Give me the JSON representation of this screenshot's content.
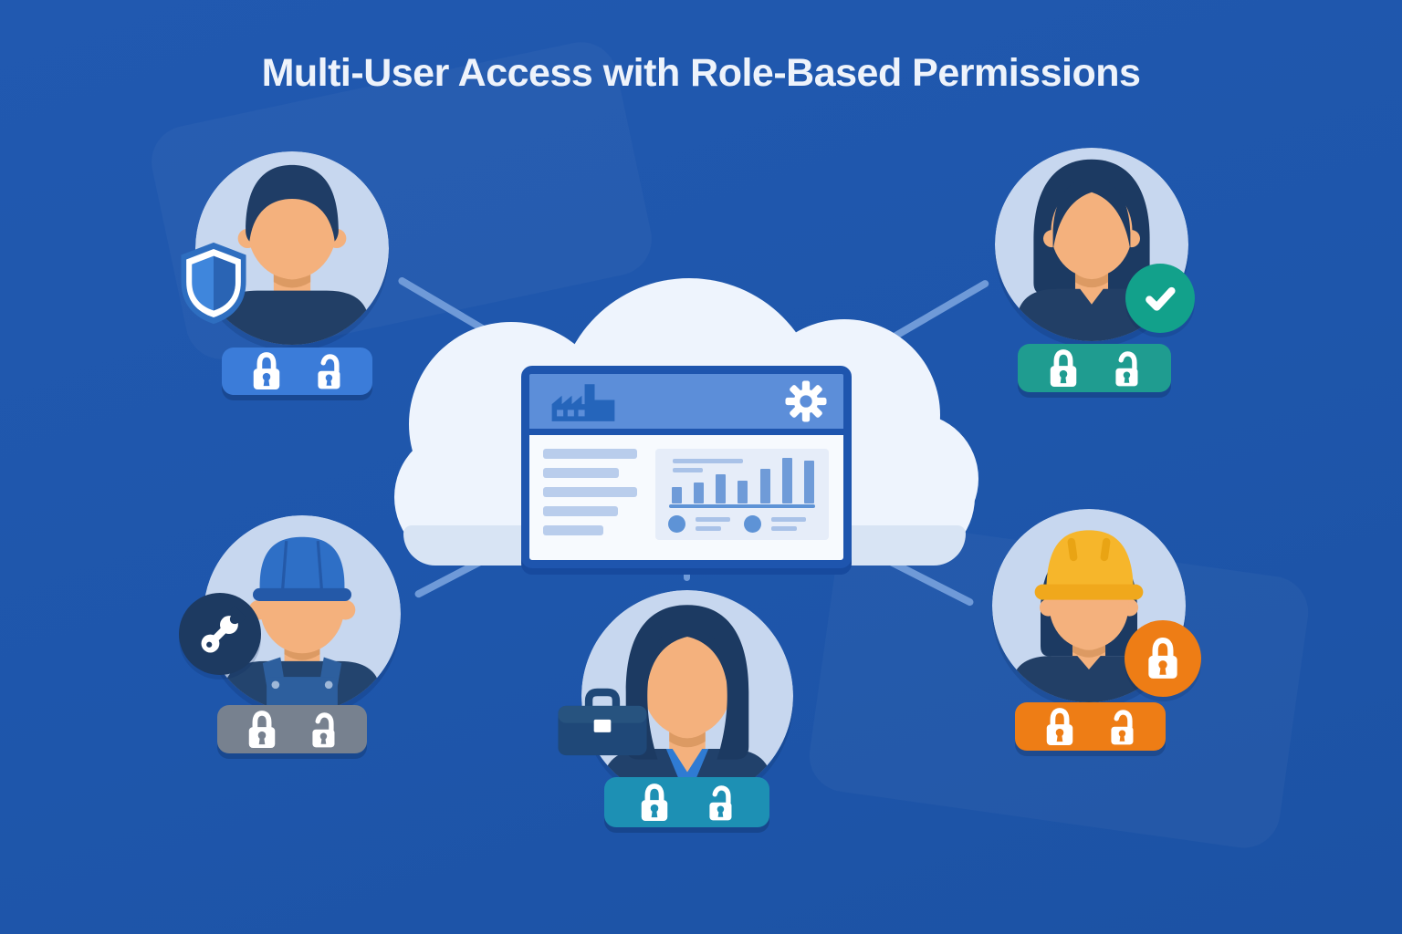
{
  "title": "Multi-User Access with Role-Based Permissions",
  "palette": {
    "background": "#1e56ab",
    "cloud": "#eef4fd",
    "avatar_circle": "#c7d7ef",
    "connector": "#6f9ad8",
    "title_text": "#eef3fb",
    "dashboard_frame": "#1e55ae",
    "dashboard_header": "#5c8ed9"
  },
  "cloud": {
    "dashboard": {
      "header_icons": [
        "factory-icon",
        "gear-icon"
      ],
      "text_line_widths": [
        103,
        83,
        103,
        82,
        66
      ],
      "chart": {
        "type": "bar",
        "values": [
          18,
          23,
          32,
          25,
          38,
          50,
          47
        ],
        "bar_color": "#6f9bd8",
        "panel_color": "#e6edf9",
        "legend_rows": 2
      }
    }
  },
  "users": [
    {
      "position": "top-left",
      "avatar": "man-short-hair",
      "role_icon": "shield-icon",
      "role_icon_bg": null,
      "badge_color": "#3b7cd9",
      "locks": [
        "locked",
        "unlocked"
      ]
    },
    {
      "position": "top-right",
      "avatar": "woman-bob-hair",
      "role_icon": "checkmark-badge-icon",
      "role_icon_bg": "#12a18b",
      "badge_color": "#1f9c90",
      "locks": [
        "locked",
        "unlocked"
      ]
    },
    {
      "position": "bottom-left",
      "avatar": "man-cap-overalls",
      "role_icon": "wrench-icon",
      "role_icon_bg": "#1d3a61",
      "badge_color": "#77818f",
      "locks": [
        "locked",
        "unlocked"
      ]
    },
    {
      "position": "bottom-center",
      "avatar": "woman-briefcase",
      "role_icon": "briefcase-icon",
      "role_icon_bg": null,
      "badge_color": "#1d90b4",
      "locks": [
        "locked",
        "unlocked"
      ]
    },
    {
      "position": "bottom-right",
      "avatar": "woman-hard-hat",
      "role_icon": "padlock-badge-icon",
      "role_icon_bg": "#ee7d15",
      "badge_color": "#ee7d15",
      "locks": [
        "locked",
        "unlocked"
      ]
    }
  ]
}
